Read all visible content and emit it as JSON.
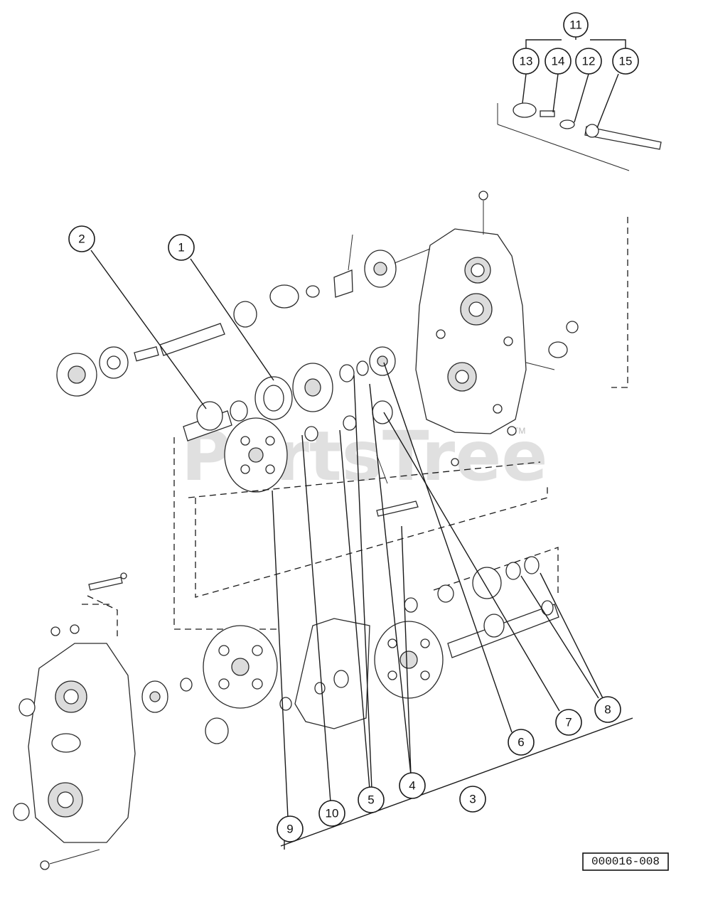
{
  "callouts": [
    "11",
    "13",
    "14",
    "12",
    "15",
    "2",
    "1",
    "6",
    "7",
    "8",
    "9",
    "10",
    "5",
    "4",
    "3"
  ],
  "watermark": {
    "text": "PartsTree",
    "trademark": "TM"
  },
  "reference_code": "000016-008"
}
